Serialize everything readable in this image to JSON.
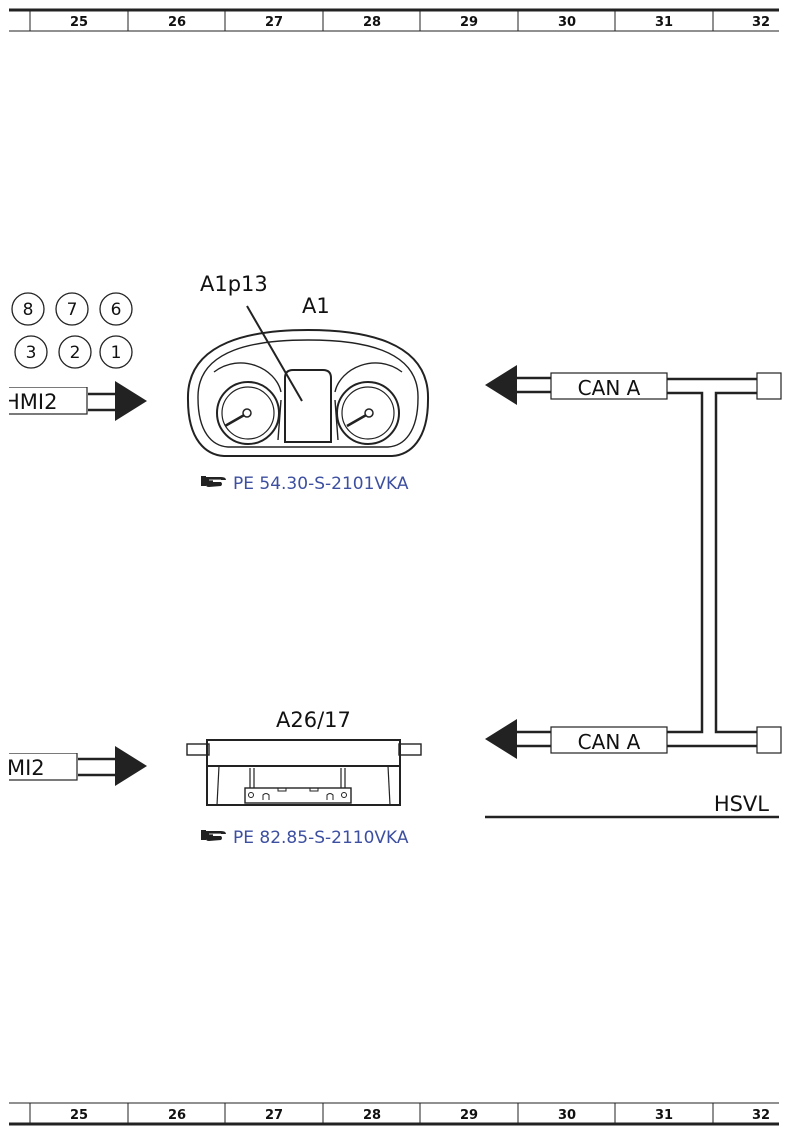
{
  "grid": {
    "numbers": [
      "25",
      "26",
      "27",
      "28",
      "29",
      "30",
      "31",
      "32"
    ]
  },
  "connectors": {
    "top_left_label": "HMI2",
    "bottom_left_label": "MI2"
  },
  "pins": {
    "row1": [
      "8",
      "7",
      "6"
    ],
    "row2": [
      "3",
      "2",
      "1"
    ]
  },
  "components": {
    "instrument_cluster": {
      "designation": "A1",
      "display_designation": "A1p13",
      "reference": "PE 54.30-S-2101VKA"
    },
    "module": {
      "designation": "A26/17",
      "reference": "PE 82.85-S-2110VKA"
    }
  },
  "bus": {
    "top_label": "CAN A",
    "bottom_label": "CAN A",
    "network_label": "HSVL"
  },
  "icons": {
    "reference": "pointing-hand-icon"
  },
  "colors": {
    "reference_link": "#3d4fa0",
    "line": "#222222"
  }
}
